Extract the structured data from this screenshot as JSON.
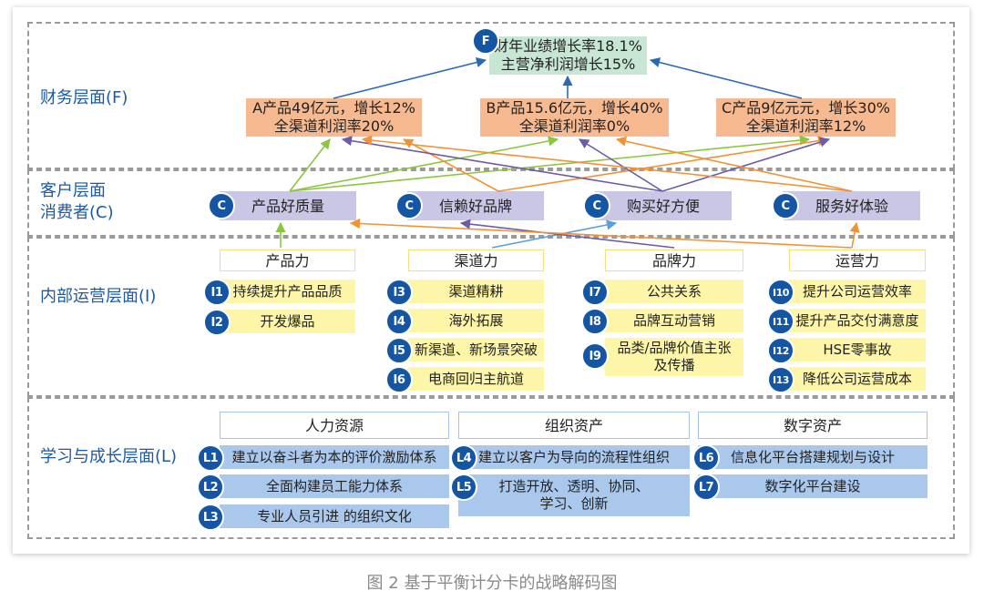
{
  "layers": {
    "financial": "财务层面(F)",
    "customer": "客户层面\n消费者(C)",
    "internal": "内部运营层面(I)",
    "learning": "学习与成长层面(L)"
  },
  "top_goal": {
    "badge": "F",
    "text": "财年业绩增长率18.1%\n主营净利润增长15%"
  },
  "financial": [
    {
      "text": "A产品49亿元，增长12%\n全渠道利润率20%"
    },
    {
      "text": "B产品15.6亿元，增长40%\n全渠道利润率0%"
    },
    {
      "text": "C产品9亿元元，增长30%\n全渠道利润率12%"
    }
  ],
  "customer": [
    {
      "badge": "C",
      "text": "产品好质量"
    },
    {
      "badge": "C",
      "text": "信赖好品牌"
    },
    {
      "badge": "C",
      "text": "购买好方便"
    },
    {
      "badge": "C",
      "text": "服务好体验"
    }
  ],
  "internal": {
    "capabilities": [
      "产品力",
      "渠道力",
      "品牌力",
      "运营力"
    ],
    "items": [
      {
        "badge": "I1",
        "text": "持续提升产品品质"
      },
      {
        "badge": "I2",
        "text": "开发爆品"
      },
      {
        "badge": "I3",
        "text": "渠道精耕"
      },
      {
        "badge": "I4",
        "text": "海外拓展"
      },
      {
        "badge": "I5",
        "text": "新渠道、新场景突破"
      },
      {
        "badge": "I6",
        "text": "电商回归主航道"
      },
      {
        "badge": "I7",
        "text": "公共关系"
      },
      {
        "badge": "I8",
        "text": "品牌互动营销"
      },
      {
        "badge": "I9",
        "text": "品类/品牌价值主张\n及传播"
      },
      {
        "badge": "I10",
        "text": "提升公司运营效率"
      },
      {
        "badge": "I11",
        "text": "提升产品交付满意度"
      },
      {
        "badge": "I12",
        "text": "HSE零事故"
      },
      {
        "badge": "I13",
        "text": "降低公司运营成本"
      }
    ]
  },
  "learning": {
    "headers": [
      "人力资源",
      "组织资产",
      "数字资产"
    ],
    "items": [
      {
        "badge": "L1",
        "text": "建立以奋斗者为本的评价激励体系"
      },
      {
        "badge": "L2",
        "text": "全面构建员工能力体系"
      },
      {
        "badge": "L3",
        "text": "专业人员引进 的组织文化"
      },
      {
        "badge": "L4",
        "text": "建立以客户为导向的流程性组织"
      },
      {
        "badge": "L5",
        "text": "打造开放、透明、协同、\n学习、创新"
      },
      {
        "badge": "L6",
        "text": "信息化平台搭建规划与设计"
      },
      {
        "badge": "L7",
        "text": "数字化平台建设"
      }
    ]
  },
  "colors": {
    "blue_arrow": "#2a6ab5",
    "green_arrow": "#8cc63f",
    "orange_arrow": "#f29233",
    "purple_arrow": "#6b5ba8",
    "light_blue_arrow": "#5aa0d8"
  },
  "caption": "图 2  基于平衡计分卡的战略解码图"
}
